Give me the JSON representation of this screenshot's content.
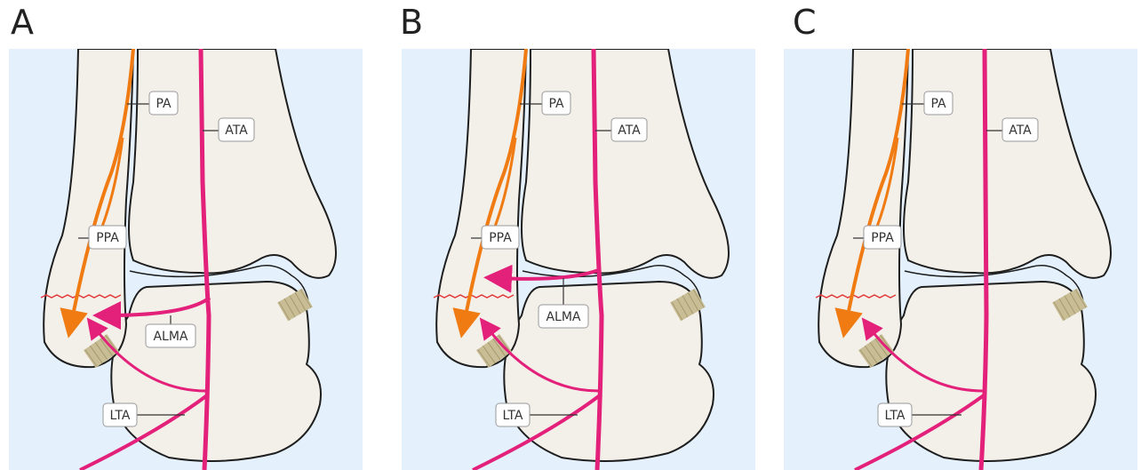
{
  "panels": [
    {
      "letter": "A",
      "labels": {
        "pa": "PA",
        "ata": "ATA",
        "ppa": "PPA",
        "alma": "ALMA",
        "lta": "LTA"
      }
    },
    {
      "letter": "B",
      "labels": {
        "pa": "PA",
        "ata": "ATA",
        "ppa": "PPA",
        "alma": "ALMA",
        "lta": "LTA"
      }
    },
    {
      "letter": "C",
      "labels": {
        "pa": "PA",
        "ata": "ATA",
        "ppa": "PPA",
        "lta": "LTA"
      }
    }
  ],
  "colors": {
    "background": "#e4f1fc",
    "bone": "#f3efe9",
    "outline": "#1e1e1e",
    "peroneal_artery": "#f07b12",
    "tibial_artery": "#e3207a",
    "ligament": "#c8bd95",
    "fracture_line": "#e23b3b"
  }
}
